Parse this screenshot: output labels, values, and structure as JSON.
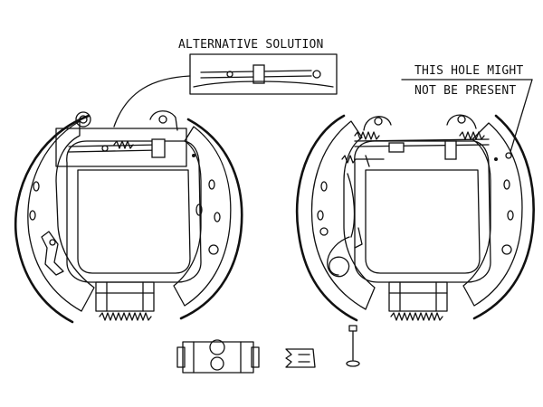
{
  "labels": {
    "alternative": "ALTERNATIVE SOLUTION",
    "hole_line1": "THIS HOLE MIGHT",
    "hole_line2": "NOT BE PRESENT"
  },
  "colors": {
    "line": "#111111",
    "background": "#ffffff"
  }
}
